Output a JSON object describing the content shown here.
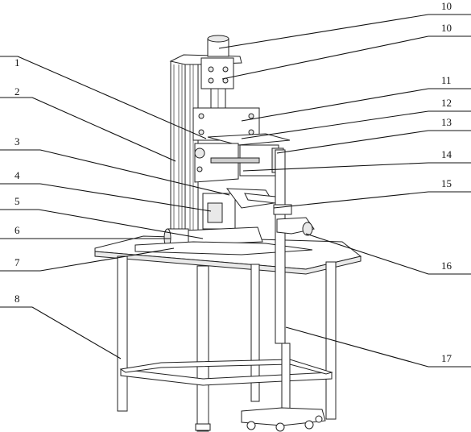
{
  "callouts": [
    {
      "id": "1",
      "text": "1"
    },
    {
      "id": "2",
      "text": "2"
    },
    {
      "id": "3",
      "text": "3"
    },
    {
      "id": "4",
      "text": "4"
    },
    {
      "id": "5",
      "text": "5"
    },
    {
      "id": "6",
      "text": "6"
    },
    {
      "id": "7",
      "text": "7"
    },
    {
      "id": "8",
      "text": "8"
    },
    {
      "id": "9",
      "text": "10"
    },
    {
      "id": "10",
      "text": "10"
    },
    {
      "id": "11",
      "text": "11"
    },
    {
      "id": "12",
      "text": "12"
    },
    {
      "id": "13",
      "text": "13"
    },
    {
      "id": "14",
      "text": "14"
    },
    {
      "id": "15",
      "text": "15"
    },
    {
      "id": "16",
      "text": "16"
    },
    {
      "id": "17",
      "text": "17"
    }
  ]
}
